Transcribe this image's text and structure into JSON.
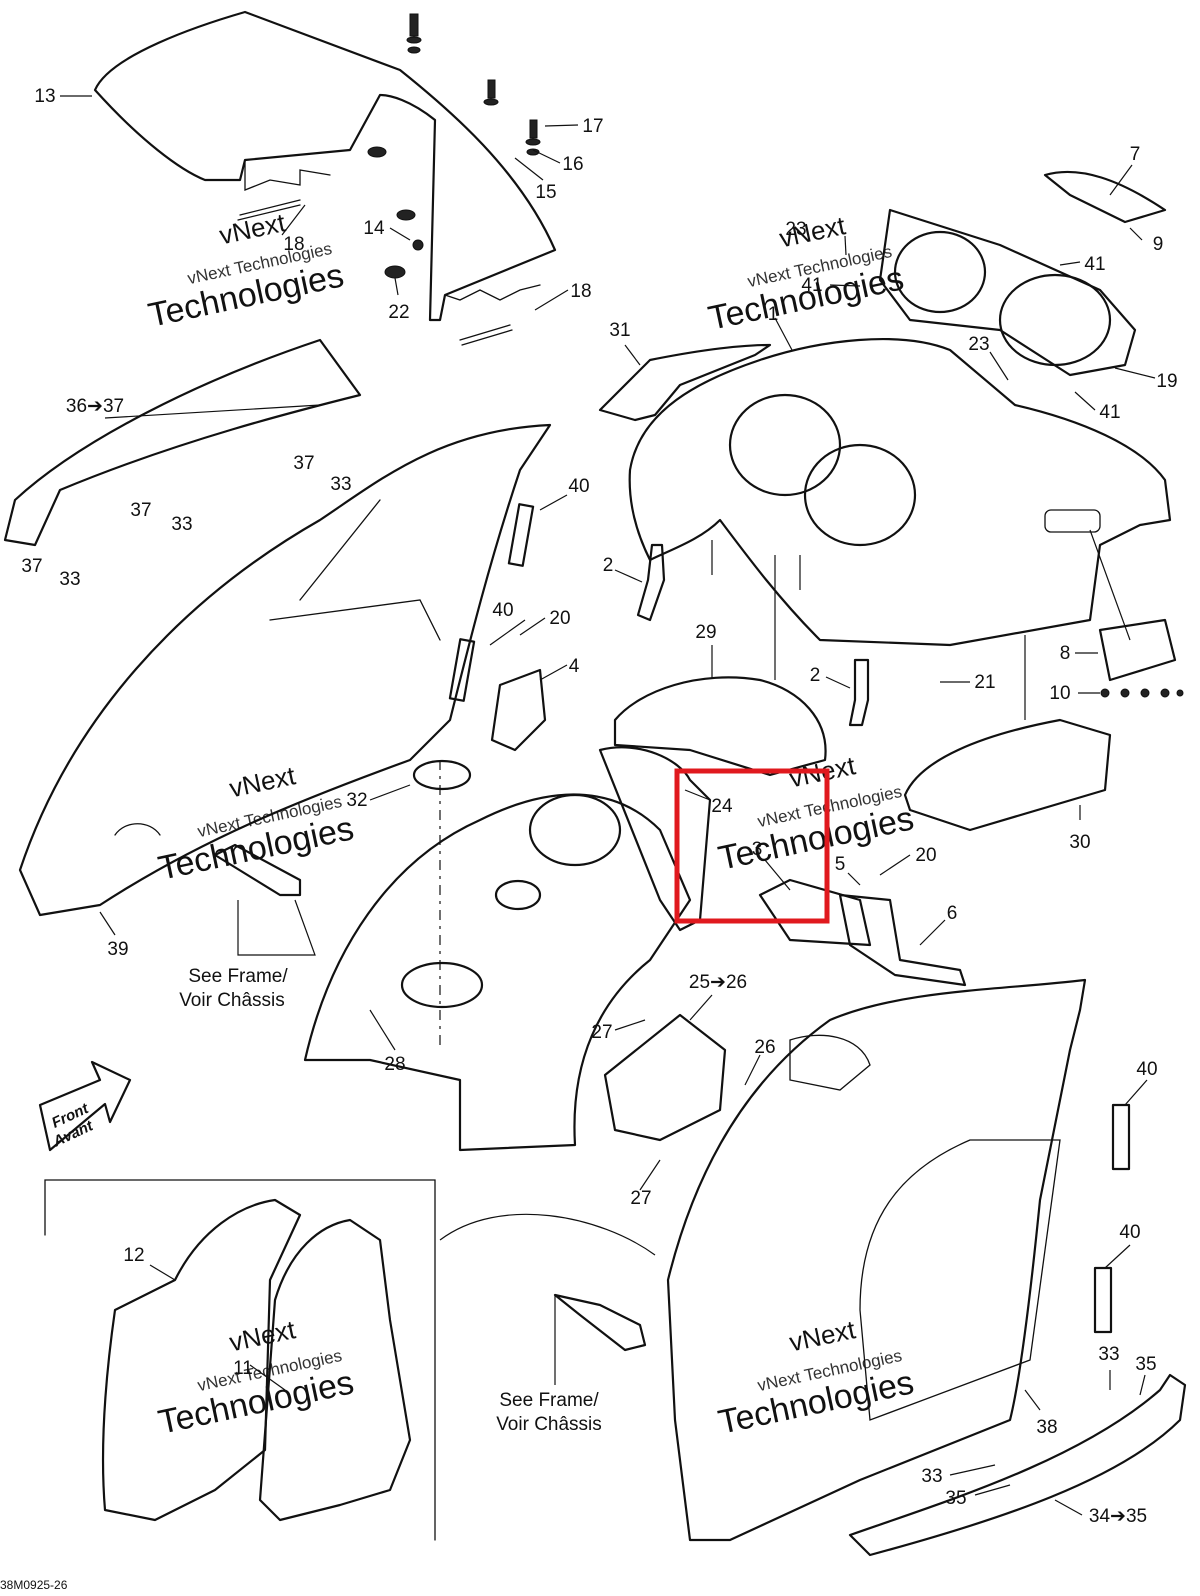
{
  "diagram": {
    "drawing_code": "38M0925-26",
    "watermark": {
      "line1": "vNext",
      "line2": "vNext Technologies",
      "line3": "Technologies"
    },
    "front_arrow": {
      "line1": "Front",
      "line2": "Avant"
    },
    "notes": {
      "see_frame_en": "See Frame/",
      "see_frame_fr": "Voir Châssis"
    },
    "callouts": [
      {
        "id": "c13",
        "label": "13"
      },
      {
        "id": "c17",
        "label": "17"
      },
      {
        "id": "c16",
        "label": "16"
      },
      {
        "id": "c15",
        "label": "15"
      },
      {
        "id": "c18a",
        "label": "18"
      },
      {
        "id": "c14",
        "label": "14"
      },
      {
        "id": "c22",
        "label": "22"
      },
      {
        "id": "c18b",
        "label": "18"
      },
      {
        "id": "c7",
        "label": "7"
      },
      {
        "id": "c9",
        "label": "9"
      },
      {
        "id": "c23a",
        "label": "23"
      },
      {
        "id": "c41a",
        "label": "41"
      },
      {
        "id": "c41b",
        "label": "41"
      },
      {
        "id": "c23b",
        "label": "23"
      },
      {
        "id": "c19",
        "label": "19"
      },
      {
        "id": "c41c",
        "label": "41"
      },
      {
        "id": "c31",
        "label": "31"
      },
      {
        "id": "c1",
        "label": "1"
      },
      {
        "id": "c3637",
        "label": "36➔37"
      },
      {
        "id": "c37a",
        "label": "37"
      },
      {
        "id": "c33a",
        "label": "33"
      },
      {
        "id": "c37b",
        "label": "37"
      },
      {
        "id": "c33b",
        "label": "33"
      },
      {
        "id": "c37c",
        "label": "37"
      },
      {
        "id": "c33c",
        "label": "33"
      },
      {
        "id": "c40a",
        "label": "40"
      },
      {
        "id": "c2a",
        "label": "2"
      },
      {
        "id": "c40b",
        "label": "40"
      },
      {
        "id": "c20a",
        "label": "20"
      },
      {
        "id": "c4",
        "label": "4"
      },
      {
        "id": "c29",
        "label": "29"
      },
      {
        "id": "c2b",
        "label": "2"
      },
      {
        "id": "c8",
        "label": "8"
      },
      {
        "id": "c21",
        "label": "21"
      },
      {
        "id": "c10",
        "label": "10"
      },
      {
        "id": "c32",
        "label": "32"
      },
      {
        "id": "c24",
        "label": "24"
      },
      {
        "id": "c3",
        "label": "3"
      },
      {
        "id": "c5",
        "label": "5"
      },
      {
        "id": "c20b",
        "label": "20"
      },
      {
        "id": "c30",
        "label": "30"
      },
      {
        "id": "c6",
        "label": "6"
      },
      {
        "id": "c39",
        "label": "39"
      },
      {
        "id": "c2526",
        "label": "25➔26"
      },
      {
        "id": "c27a",
        "label": "27"
      },
      {
        "id": "c26",
        "label": "26"
      },
      {
        "id": "c28",
        "label": "28"
      },
      {
        "id": "c27b",
        "label": "27"
      },
      {
        "id": "c40c",
        "label": "40"
      },
      {
        "id": "c12",
        "label": "12"
      },
      {
        "id": "c11",
        "label": "11"
      },
      {
        "id": "c40d",
        "label": "40"
      },
      {
        "id": "c33d",
        "label": "33"
      },
      {
        "id": "c35a",
        "label": "35"
      },
      {
        "id": "c38",
        "label": "38"
      },
      {
        "id": "c33e",
        "label": "33"
      },
      {
        "id": "c35b",
        "label": "35"
      },
      {
        "id": "c3435",
        "label": "34➔35"
      }
    ],
    "highlight": {
      "color": "#e0191e",
      "target": "24"
    }
  }
}
